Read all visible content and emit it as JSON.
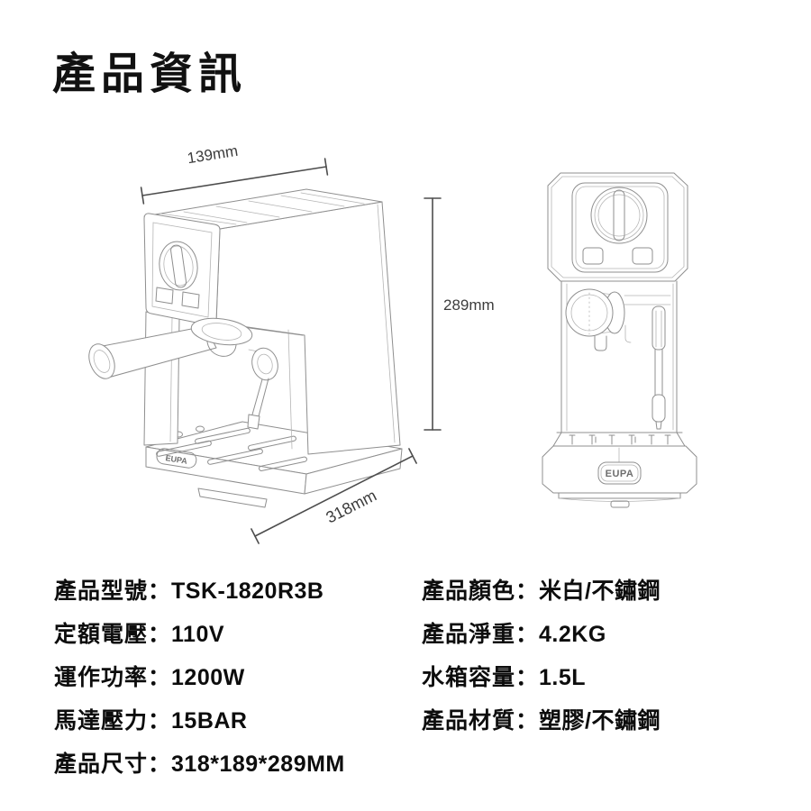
{
  "page": {
    "title": "產品資訊"
  },
  "theme": {
    "ink": "#111111",
    "sketch_line": "#8f8f8f",
    "dimension_line": "#4d4d4d",
    "background": "#ffffff"
  },
  "diagram": {
    "brand_badge": "EUPA",
    "dimensions": {
      "width_label": "139mm",
      "height_label": "289mm",
      "depth_label": "318mm"
    }
  },
  "specs": {
    "left": [
      {
        "label": "產品型號：",
        "value": "TSK-1820R3B"
      },
      {
        "label": "定額電壓：",
        "value": "110V"
      },
      {
        "label": "運作功率：",
        "value": "1200W"
      },
      {
        "label": "馬達壓力：",
        "value": "15BAR"
      },
      {
        "label": "產品尺寸：",
        "value": "318*189*289MM"
      }
    ],
    "right": [
      {
        "label": "產品顏色：",
        "value": "米白/不鏽鋼"
      },
      {
        "label": "產品淨重：",
        "value": "4.2KG"
      },
      {
        "label": "水箱容量：",
        "value": "1.5L"
      },
      {
        "label": "產品材質：",
        "value": "塑膠/不鏽鋼"
      }
    ]
  }
}
